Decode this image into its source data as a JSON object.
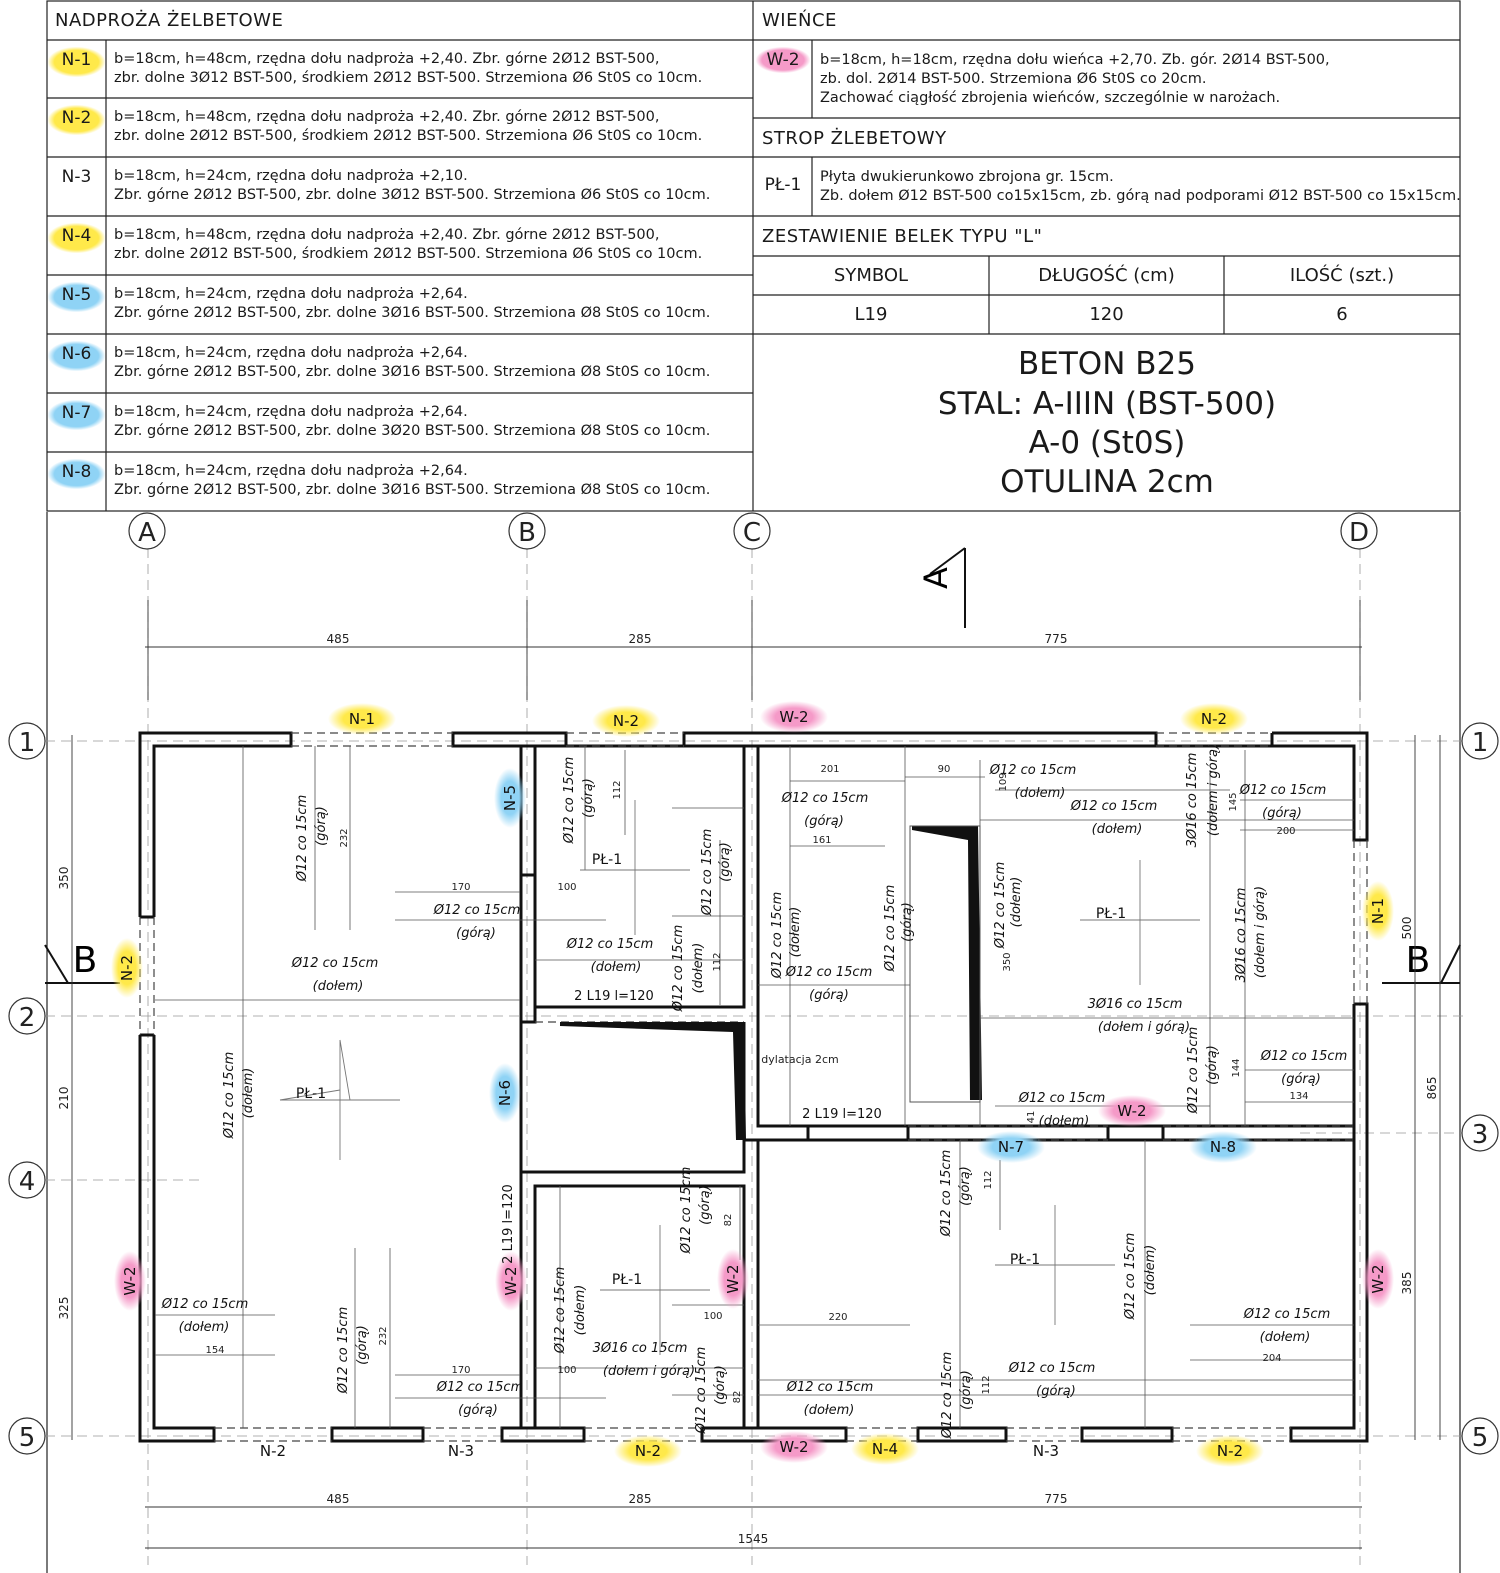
{
  "nadproza": {
    "title": "NADPROŻA ŻELBETOWE",
    "rows": [
      {
        "symbol": "N-1",
        "highlight": "yellow",
        "line1": "b=18cm, h=48cm, rzędna dołu nadproża +2,40. Zbr. górne 2Ø12 BST-500,",
        "line2": " zbr. dolne 3Ø12 BST-500, środkiem 2Ø12 BST-500.  Strzemiona Ø6 St0S co 10cm."
      },
      {
        "symbol": "N-2",
        "highlight": "yellow",
        "line1": "b=18cm, h=48cm, rzędna dołu nadproża +2,40. Zbr. górne 2Ø12 BST-500,",
        "line2": "zbr. dolne 2Ø12 BST-500, środkiem 2Ø12 BST-500.  Strzemiona Ø6 St0S co 10cm."
      },
      {
        "symbol": "N-3",
        "highlight": "none",
        "line1": "b=18cm, h=24cm, rzędna dołu nadproża +2,10.",
        "line2": "Zbr. górne 2Ø12 BST-500, zbr. dolne 3Ø12 BST-500.  Strzemiona Ø6 St0S co 10cm."
      },
      {
        "symbol": "N-4",
        "highlight": "yellow",
        "line1": "b=18cm, h=48cm, rzędna dołu nadproża +2,40. Zbr. górne 2Ø12 BST-500,",
        "line2": "zbr. dolne 2Ø12 BST-500, środkiem 2Ø12 BST-500.  Strzemiona Ø6 St0S co 10cm."
      },
      {
        "symbol": "N-5",
        "highlight": "blue",
        "line1": "b=18cm, h=24cm, rzędna dołu nadproża +2,64.",
        "line2": "Zbr. górne 2Ø12 BST-500, zbr. dolne 3Ø16 BST-500.  Strzemiona Ø8 St0S co 10cm."
      },
      {
        "symbol": "N-6",
        "highlight": "blue",
        "line1": "b=18cm, h=24cm, rzędna dołu nadproża +2,64.",
        "line2": "Zbr. górne 2Ø12 BST-500, zbr. dolne 3Ø16 BST-500. Strzemiona Ø8 St0S co 10cm."
      },
      {
        "symbol": "N-7",
        "highlight": "blue",
        "line1": "b=18cm, h=24cm, rzędna dołu nadproża +2,64.",
        "line2": "Zbr. górne 2Ø12 BST-500, zbr. dolne 3Ø20 BST-500. Strzemiona Ø8 St0S co 10cm."
      },
      {
        "symbol": "N-8",
        "highlight": "blue",
        "line1": "b=18cm, h=24cm, rzędna dołu nadproża +2,64.",
        "line2": "Zbr. górne 2Ø12 BST-500, zbr. dolne 3Ø16 BST-500. Strzemiona Ø8 St0S co 10cm."
      }
    ]
  },
  "wience": {
    "title": "WIEŃCE",
    "symbol": "W-2",
    "line1": "b=18cm, h=18cm, rzędna dołu wieńca +2,70. Zb. gór. 2Ø14 BST-500,",
    "line2": "zb. dol. 2Ø14 BST-500. Strzemiona Ø6 St0S co 20cm.",
    "line3": "Zachować ciągłość zbrojenia wieńców, szczególnie w narożach."
  },
  "strop": {
    "title": "STROP ŻLEBETOWY",
    "symbol": "PŁ-1",
    "line1": "Płyta dwukierunkowo zbrojona gr. 15cm.",
    "line2": "Zb. dołem Ø12 BST-500 co15x15cm,  zb. górą nad podporami Ø12 BST-500 co 15x15cm."
  },
  "belki": {
    "title": "ZESTAWIENIE BELEK TYPU \"L\"",
    "headers": [
      "SYMBOL",
      "DŁUGOŚĆ (cm)",
      "ILOŚĆ (szt.)"
    ],
    "row": [
      "L19",
      "120",
      "6"
    ]
  },
  "materials": [
    "BETON B25",
    "STAL: A-IIIN (BST-500)",
    "A-0 (St0S)",
    "OTULINA 2cm"
  ],
  "colors": {
    "yellow": "#ffe94a",
    "blue": "#8fd3f5",
    "pink": "#f59ac8",
    "line": "#111111"
  },
  "plan": {
    "axes_letters": [
      "A",
      "B",
      "C",
      "D"
    ],
    "axes_numbers": [
      "1",
      "2",
      "3",
      "4",
      "5"
    ],
    "section_a": "A",
    "section_b": "B",
    "dims_top": [
      "485",
      "285",
      "775"
    ],
    "dims_bottom": [
      "485",
      "285",
      "775"
    ],
    "dim_total": "1545",
    "dims_left": [
      "350",
      "210",
      "325"
    ],
    "dims_right": [
      "500",
      "865",
      "385"
    ],
    "labels": [
      {
        "t": "N-1",
        "hl": "yellow",
        "r": 0
      },
      {
        "t": "N-2",
        "hl": "yellow",
        "r": 0
      },
      {
        "t": "W-2",
        "hl": "pink",
        "r": 0
      },
      {
        "t": "N-2",
        "hl": "yellow",
        "r": 0
      },
      {
        "t": "N-5",
        "hl": "blue",
        "r": -90
      },
      {
        "t": "N-2",
        "hl": "yellow",
        "r": -90
      },
      {
        "t": "N-1",
        "hl": "yellow",
        "r": -90
      },
      {
        "t": "N-6",
        "hl": "blue",
        "r": -90
      },
      {
        "t": "W-2",
        "hl": "pink",
        "r": 0
      },
      {
        "t": "N-7",
        "hl": "blue",
        "r": 0
      },
      {
        "t": "N-8",
        "hl": "blue",
        "r": 0
      },
      {
        "t": "W-2",
        "hl": "pink",
        "r": -90
      },
      {
        "t": "W-2",
        "hl": "pink",
        "r": -90
      },
      {
        "t": "W-2",
        "hl": "pink",
        "r": -90
      },
      {
        "t": "W-2",
        "hl": "pink",
        "r": -90
      },
      {
        "t": "N-2",
        "hl": "none",
        "r": 0
      },
      {
        "t": "N-3",
        "hl": "none",
        "r": 0
      },
      {
        "t": "N-2",
        "hl": "yellow",
        "r": 0
      },
      {
        "t": "W-2",
        "hl": "pink",
        "r": 0
      },
      {
        "t": "N-4",
        "hl": "yellow",
        "r": 0
      },
      {
        "t": "N-3",
        "hl": "none",
        "r": 0
      },
      {
        "t": "N-2",
        "hl": "yellow",
        "r": 0
      }
    ],
    "slab_labels": [
      "PŁ-1",
      "PŁ-1",
      "PŁ-1",
      "PŁ-1",
      "PŁ-1"
    ],
    "rebar_notes": [
      {
        "t": "Ø12 co 15cm",
        "r": 0
      },
      {
        "t": "(dołem)",
        "r": 0
      },
      {
        "t": "Ø12 co 15cm",
        "r": 0
      },
      {
        "t": "(górą)",
        "r": 0
      },
      {
        "t": "Ø12 co 15cm",
        "r": 0
      },
      {
        "t": "(dołem)",
        "r": 0
      },
      {
        "t": "Ø12 co 15cm",
        "r": 0
      },
      {
        "t": "(górą)",
        "r": 0
      },
      {
        "t": "Ø12 co 15cm",
        "r": 0
      },
      {
        "t": "(dołem)",
        "r": 0
      },
      {
        "t": "Ø12 co 15cm",
        "r": 0
      },
      {
        "t": "(dołem)",
        "r": 0
      },
      {
        "t": "Ø12 co 15cm",
        "r": 0
      },
      {
        "t": "(górą)",
        "r": 0
      },
      {
        "t": "3Ø16 co 15cm",
        "r": 0
      },
      {
        "t": "(dołem i górą)",
        "r": 0
      },
      {
        "t": "Ø12 co 15cm",
        "r": 0
      },
      {
        "t": "(górą)",
        "r": 0
      },
      {
        "t": "Ø12 co 15cm",
        "r": 0
      },
      {
        "t": "(dołem)",
        "r": 0
      },
      {
        "t": "Ø12 co 15cm",
        "r": 0
      },
      {
        "t": "(dołem)",
        "r": 0
      },
      {
        "t": "Ø12 co 15cm",
        "r": 0
      },
      {
        "t": "(górą)",
        "r": 0
      },
      {
        "t": "3Ø16 co 15cm",
        "r": 0
      },
      {
        "t": "(dołem i górą)",
        "r": 0
      },
      {
        "t": "Ø12 co 15cm",
        "r": 0
      },
      {
        "t": "(dołem)",
        "r": 0
      },
      {
        "t": "Ø12 co 15cm",
        "r": 0
      },
      {
        "t": "(górą)",
        "r": 0
      },
      {
        "t": "Ø12 co 15cm",
        "r": 0
      },
      {
        "t": "(dołem)",
        "r": 0
      },
      {
        "t": "Ø12 co 15cm",
        "r": 0
      },
      {
        "t": "(górą)",
        "r": 0
      },
      {
        "t": "Ø12 co 15cm",
        "r": -90
      },
      {
        "t": "(górą)",
        "r": -90
      },
      {
        "t": "Ø12 co 15cm",
        "r": -90
      },
      {
        "t": "(dołem)",
        "r": -90
      },
      {
        "t": "Ø12 co 15cm",
        "r": -90
      },
      {
        "t": "(górą)",
        "r": -90
      },
      {
        "t": "Ø12 co 15cm",
        "r": -90
      },
      {
        "t": "(górą)",
        "r": -90
      },
      {
        "t": "Ø12 co 15cm",
        "r": -90
      },
      {
        "t": "(dołem)",
        "r": -90
      },
      {
        "t": "Ø12 co 15cm",
        "r": -90
      },
      {
        "t": "(dołem)",
        "r": -90
      },
      {
        "t": "Ø12 co 15cm",
        "r": -90
      },
      {
        "t": "(górą)",
        "r": -90
      },
      {
        "t": "Ø12 co 15cm",
        "r": -90
      },
      {
        "t": "(dołem)",
        "r": -90
      },
      {
        "t": "3Ø16 co 15cm",
        "r": -90
      },
      {
        "t": "(dołem i górą)",
        "r": -90
      },
      {
        "t": "3Ø16 co 15cm",
        "r": -90
      },
      {
        "t": "(dołem i górą)",
        "r": -90
      },
      {
        "t": "Ø12 co 15cm",
        "r": -90
      },
      {
        "t": "(górą)",
        "r": -90
      },
      {
        "t": "Ø12 co 15cm",
        "r": -90
      },
      {
        "t": "(dołem)",
        "r": -90
      },
      {
        "t": "Ø12 co 15cm",
        "r": -90
      },
      {
        "t": "(górą)",
        "r": -90
      },
      {
        "t": "Ø12 co 15cm",
        "r": -90
      },
      {
        "t": "(górą)",
        "r": -90
      },
      {
        "t": "Ø12 co 15cm",
        "r": -90
      },
      {
        "t": "(dołem)",
        "r": -90
      },
      {
        "t": "Ø12 co 15cm",
        "r": -90
      },
      {
        "t": "(górą)",
        "r": -90
      },
      {
        "t": "Ø12 co 15cm",
        "r": -90
      },
      {
        "t": "(górą)",
        "r": -90
      },
      {
        "t": "Ø12 co 15cm",
        "r": -90
      },
      {
        "t": "(górą)",
        "r": -90
      },
      {
        "t": "Ø12 co 15cm",
        "r": -90
      },
      {
        "t": "(dołem)",
        "r": -90
      }
    ],
    "small_dims": [
      {
        "t": "232",
        "r": -90
      },
      {
        "t": "170",
        "r": 0
      },
      {
        "t": "100",
        "r": 0
      },
      {
        "t": "112",
        "r": -90
      },
      {
        "t": "112",
        "r": -90
      },
      {
        "t": "201",
        "r": 0
      },
      {
        "t": "90",
        "r": 0
      },
      {
        "t": "161",
        "r": 0
      },
      {
        "t": "109",
        "r": -90
      },
      {
        "t": "145",
        "r": -90
      },
      {
        "t": "200",
        "r": 0
      },
      {
        "t": "350",
        "r": -90
      },
      {
        "t": "144",
        "r": -90
      },
      {
        "t": "134",
        "r": 0
      },
      {
        "t": "41",
        "r": -90
      },
      {
        "t": "154",
        "r": 0
      },
      {
        "t": "232",
        "r": -90
      },
      {
        "t": "170",
        "r": 0
      },
      {
        "t": "100",
        "r": 0
      },
      {
        "t": "82",
        "r": -90
      },
      {
        "t": "100",
        "r": 0
      },
      {
        "t": "82",
        "r": -90
      },
      {
        "t": "112",
        "r": -90
      },
      {
        "t": "220",
        "r": 0
      },
      {
        "t": "204",
        "r": 0
      },
      {
        "t": "112",
        "r": -90
      }
    ],
    "beam_labels": [
      {
        "t": "2 L19 l=120",
        "r": 0
      },
      {
        "t": "2 L19 l=120",
        "r": 0
      },
      {
        "t": "2 L19 l=120",
        "r": -90
      }
    ],
    "note_dylatacja": "dylatacja 2cm"
  }
}
